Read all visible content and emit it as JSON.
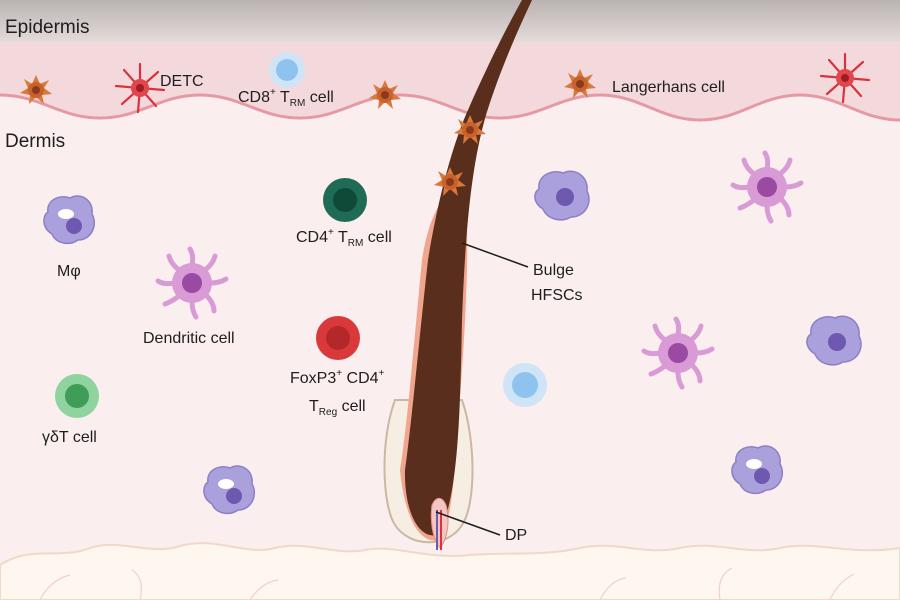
{
  "regions": {
    "epidermis": "Epidermis",
    "dermis": "Dermis"
  },
  "labels": {
    "detc": "DETC",
    "cd8_trm": {
      "main": "CD8",
      "sup": "+",
      "mid": " T",
      "sub": "RM",
      "end": " cell"
    },
    "langerhans": "Langerhans cell",
    "cd4_trm": {
      "main": "CD4",
      "sup": "+",
      "mid": " T",
      "sub": "RM",
      "end": " cell"
    },
    "macrophage": "Mφ",
    "dendritic": "Dendritic cell",
    "foxp3": {
      "line1_a": "FoxP3",
      "line1_sup1": "+",
      "line1_b": " CD4",
      "line1_sup2": "+",
      "line2_a": "T",
      "line2_sub": "Reg",
      "line2_b": " cell"
    },
    "gdt": "γδT cell",
    "bulge": "Bulge",
    "hfscs": "HFSCs",
    "dp": "DP"
  },
  "colors": {
    "epidermis_band": "#f4d9dc",
    "dermis": "#fbeeee",
    "hair_shaft": "#5a2e1c",
    "follicle_sheath": "#f2a58e",
    "langerhans_cell": "#d77a3e",
    "detc_cell": "#d8333d",
    "cd8_cell": "#8fc3ef",
    "cd4_cell": "#1f6b55",
    "treg_cell": "#d9393b",
    "gdt_cell": "#5cbf72",
    "macrophage_cell": "#a9a0dc",
    "dendritic_cell": "#d99bd6"
  }
}
